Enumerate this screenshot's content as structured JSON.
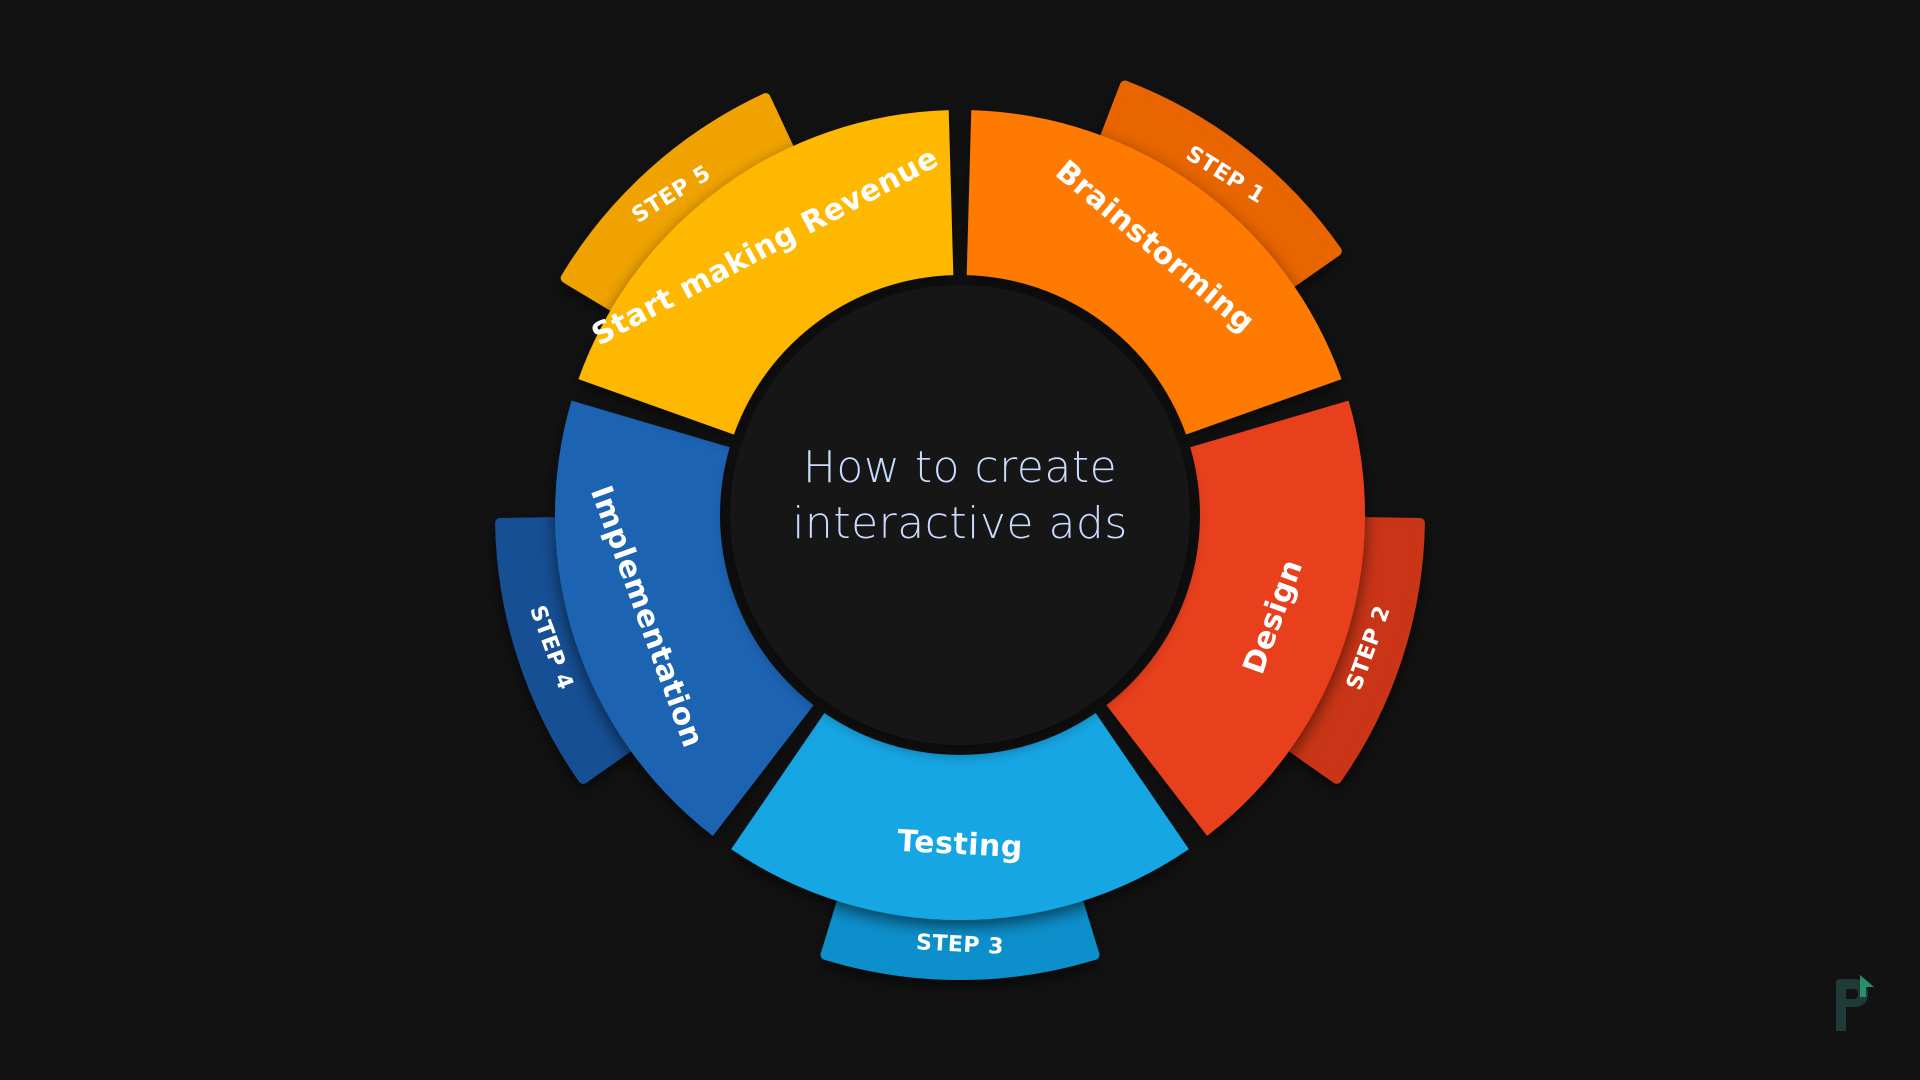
{
  "title": {
    "line1": "How to create",
    "line2": "interactive ads"
  },
  "steps": [
    {
      "step": "STEP 1",
      "label": "Brainstorming",
      "color": "#FF7A00",
      "color_dark": "#E86500"
    },
    {
      "step": "STEP 2",
      "label": "Design",
      "color": "#E8411F",
      "color_dark": "#C93418"
    },
    {
      "step": "STEP 3",
      "label": "Testing",
      "color": "#12A6E4",
      "color_dark": "#0E8FCB"
    },
    {
      "step": "STEP 4",
      "label": "Implementation",
      "color": "#1C64B2",
      "color_dark": "#174F94"
    },
    {
      "step": "STEP 5",
      "label": "Start making Revenue",
      "color": "#FFB800",
      "color_dark": "#F0A300"
    }
  ],
  "colors": {
    "background": "#121212",
    "center": "#141414",
    "title_text": "#C9DCFF",
    "logo": "#1E3B3A"
  },
  "icons": {
    "logo": "brand-logo-icon"
  }
}
